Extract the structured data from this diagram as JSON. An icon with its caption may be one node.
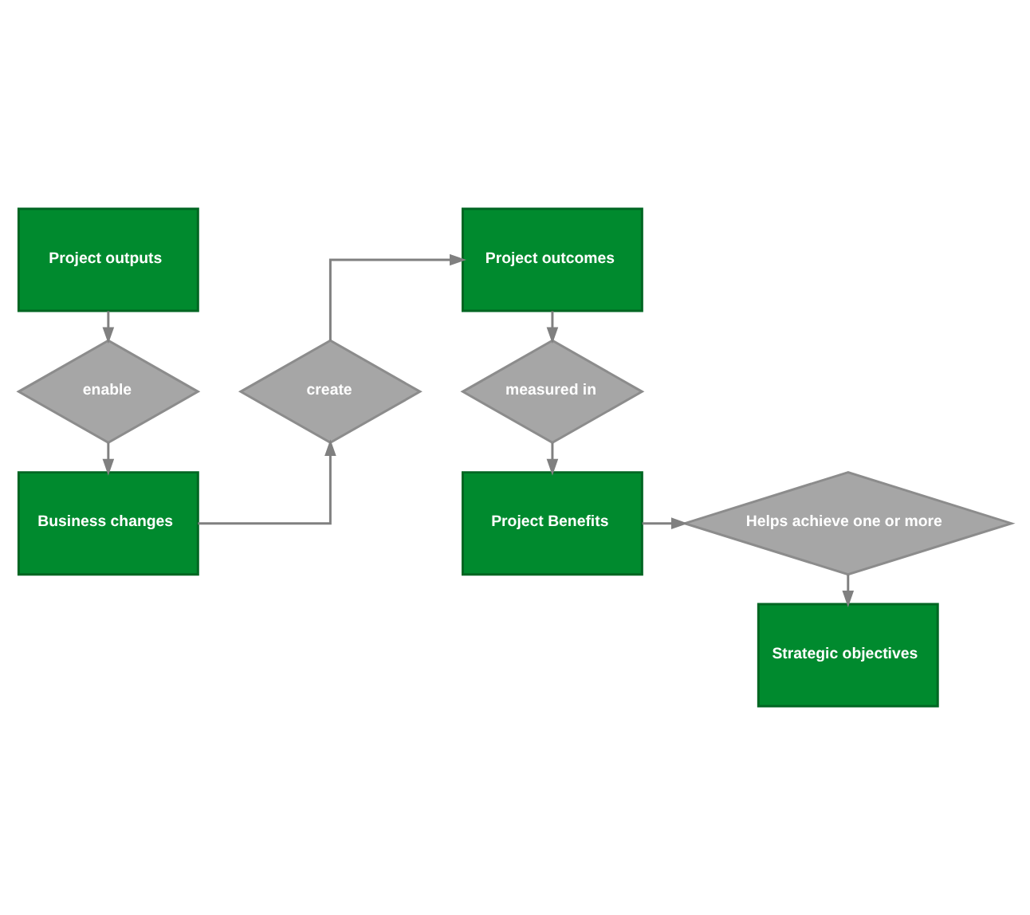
{
  "diagram": {
    "nodes": [
      {
        "text": [
          "Project outputs"
        ]
      },
      {
        "text": [
          "enable"
        ]
      },
      {
        "text": [
          "Business changes"
        ]
      },
      {
        "text": [
          "create"
        ]
      },
      {
        "text": [
          "Project outcomes"
        ]
      },
      {
        "text": [
          "measured in"
        ]
      },
      {
        "text": [
          "Project Benefits"
        ]
      },
      {
        "text": [
          "Helps achieve one or more"
        ]
      },
      {
        "text": [
          "Strategic objectives"
        ]
      }
    ],
    "edges": [
      {
        "from": 0,
        "to": 1,
        "arrow": "to"
      },
      {
        "from": 1,
        "to": 2,
        "arrow": "to"
      },
      {
        "from": 2,
        "to": 3,
        "arrow": "to"
      },
      {
        "from": 3,
        "to": 4,
        "arrow": "to"
      },
      {
        "from": 4,
        "to": 5,
        "arrow": "to"
      },
      {
        "from": 5,
        "to": 6,
        "arrow": "to"
      },
      {
        "from": 6,
        "to": 7,
        "arrow": "to"
      },
      {
        "from": 7,
        "to": 8,
        "arrow": "to"
      }
    ]
  }
}
